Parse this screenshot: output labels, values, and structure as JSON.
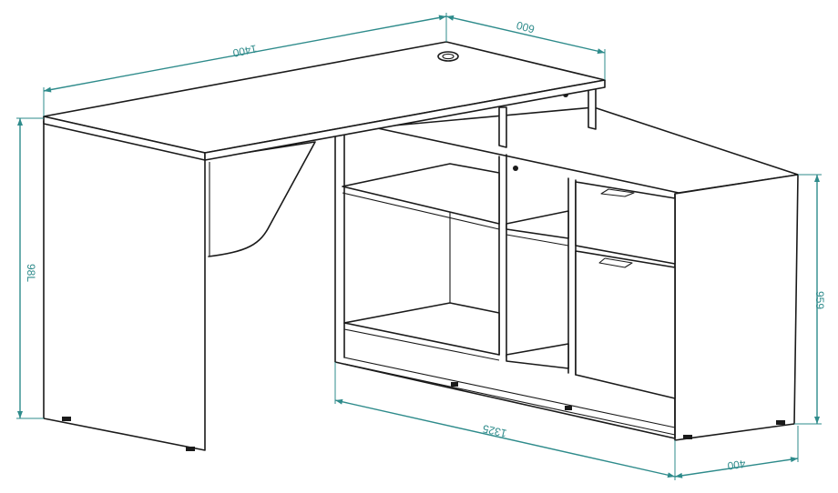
{
  "colors": {
    "dimension": "#2e8b8b",
    "outline": "#1a1a1a",
    "background": "#ffffff"
  },
  "dimensions": {
    "desk_width": "1400",
    "desk_depth": "600",
    "desk_height": "98L",
    "cabinet_length": "1325",
    "cabinet_depth": "400",
    "cabinet_height": "959"
  }
}
